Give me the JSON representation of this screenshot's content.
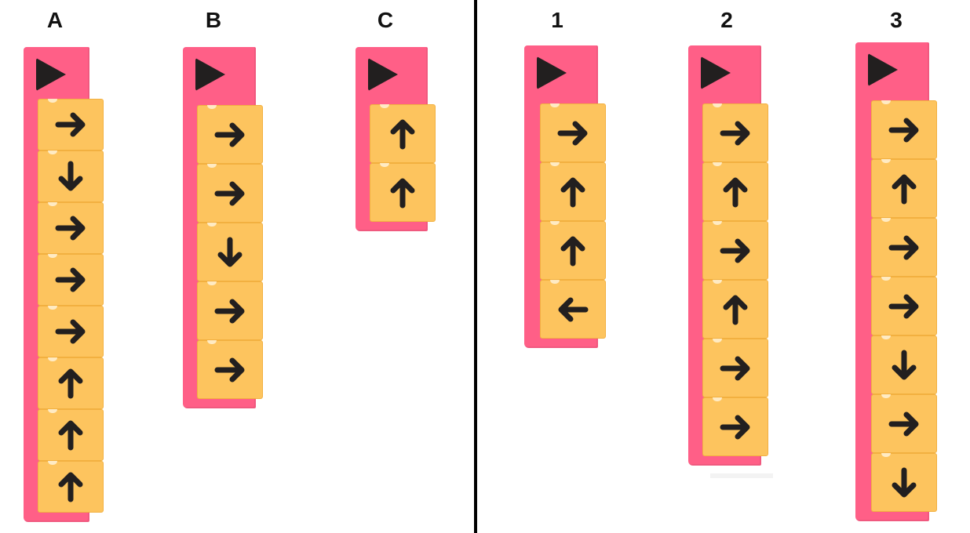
{
  "labels": {
    "A": "A",
    "B": "B",
    "C": "C",
    "one": "1",
    "two": "2",
    "three": "3"
  },
  "programs": {
    "A": [
      "right-arrow-icon",
      "down-arrow-icon",
      "right-arrow-icon",
      "right-arrow-icon",
      "right-arrow-icon",
      "up-arrow-icon",
      "up-arrow-icon",
      "up-arrow-icon"
    ],
    "B": [
      "right-arrow-icon",
      "right-arrow-icon",
      "down-arrow-icon",
      "right-arrow-icon",
      "right-arrow-icon"
    ],
    "C": [
      "up-arrow-icon",
      "up-arrow-icon"
    ],
    "one": [
      "right-arrow-icon",
      "up-arrow-icon",
      "up-arrow-icon",
      "left-arrow-icon"
    ],
    "two": [
      "right-arrow-icon",
      "up-arrow-icon",
      "right-arrow-icon",
      "up-arrow-icon",
      "right-arrow-icon",
      "right-arrow-icon"
    ],
    "three": [
      "right-arrow-icon",
      "up-arrow-icon",
      "right-arrow-icon",
      "right-arrow-icon",
      "down-arrow-icon",
      "right-arrow-icon",
      "down-arrow-icon"
    ]
  },
  "colors": {
    "hat": "#ff5f87",
    "block": "#fdc45e",
    "arrow": "#221f1f",
    "divider": "#000000"
  }
}
